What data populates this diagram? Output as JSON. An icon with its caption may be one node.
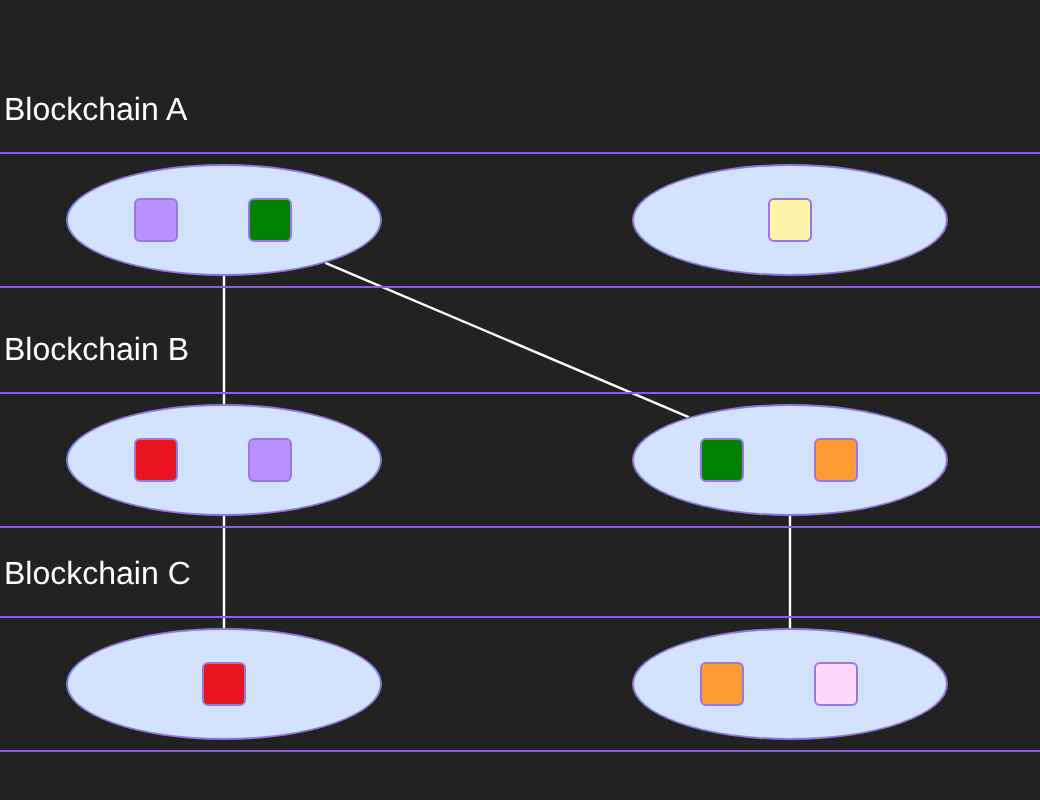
{
  "diagram": {
    "nodes": [
      {
        "text": [
          "Blockchain A"
        ]
      },
      {
        "text": [],
        "shape": "ellipse",
        "in": 0
      },
      {
        "text": [],
        "shape": "ellipse",
        "in": 0
      },
      {
        "text": [
          "Blockchain B"
        ]
      },
      {
        "text": [],
        "shape": "ellipse",
        "in": 3
      },
      {
        "text": [],
        "shape": "ellipse",
        "in": 3
      },
      {
        "text": [
          "Blockchain C"
        ]
      },
      {
        "text": [],
        "shape": "ellipse",
        "in": 6
      },
      {
        "text": [],
        "shape": "ellipse",
        "in": 6
      }
    ],
    "edges": [
      {
        "from": 1,
        "to": 4,
        "arrow": "none"
      },
      {
        "from": 1,
        "to": 5,
        "arrow": "none"
      },
      {
        "from": 4,
        "to": 7,
        "arrow": "none"
      },
      {
        "from": 5,
        "to": 8,
        "arrow": "none"
      }
    ]
  }
}
